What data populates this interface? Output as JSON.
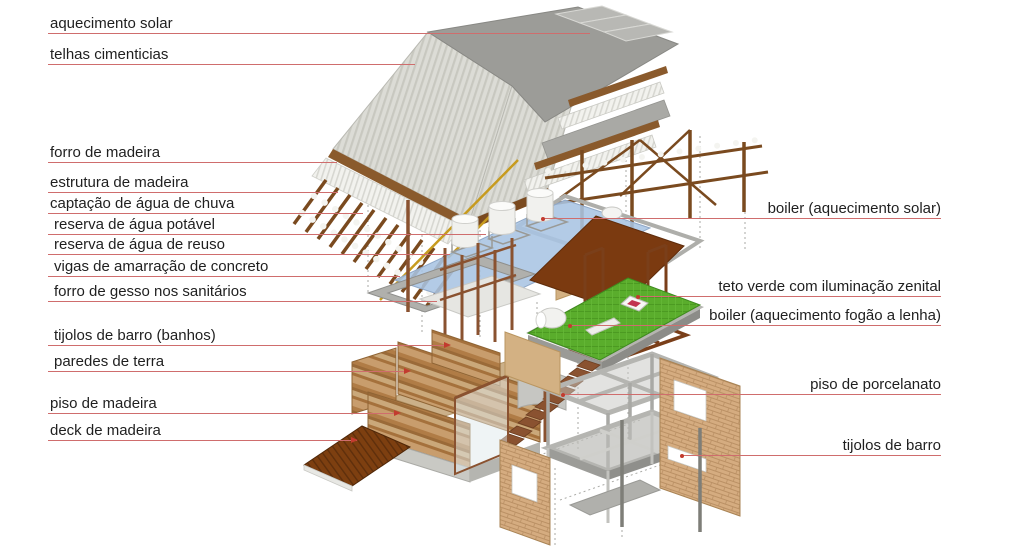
{
  "figure": {
    "type": "exploded-axonometric-diagram",
    "subject": "construction layers of a sustainable house"
  },
  "callouts": {
    "left": [
      {
        "label": "aquecimento solar"
      },
      {
        "label": "telhas  cimenticias"
      },
      {
        "label": "forro de madeira"
      },
      {
        "label": "estrutura de madeira"
      },
      {
        "label": "captação de água de chuva"
      },
      {
        "label": "reserva de água potável"
      },
      {
        "label": "reserva de água de reuso"
      },
      {
        "label": "vigas de amarração de concreto"
      },
      {
        "label": "forro de gesso nos sanitários"
      },
      {
        "label": "tijolos de barro (banhos)"
      },
      {
        "label": "paredes de terra"
      },
      {
        "label": "piso de madeira"
      },
      {
        "label": "deck de madeira"
      }
    ],
    "right": [
      {
        "label": "boiler (aquecimento solar)"
      },
      {
        "label": "teto verde com iluminação zenital"
      },
      {
        "label": "boiler (aquecimento fogão a lenha)"
      },
      {
        "label": "piso de porcelanato"
      },
      {
        "label": "tijolos de barro"
      }
    ]
  },
  "colors": {
    "leader_line": "#cf6d6d",
    "leader_tip": "#c23b2e",
    "text": "#1f1f1f",
    "roof_light": "#dcdcd6",
    "roof_dark": "#9c9c98",
    "solar_panel": "#b8b8b4",
    "wood_dark": "#7a4a1f",
    "wood_mid": "#8a5a2c",
    "wood_light": "#c09a62",
    "brace_yellow": "#c79b1e",
    "water_slab": "#a9c4e3",
    "tank_white": "#f1f1ee",
    "concrete": "#b5b5b1",
    "gypsum": "#e6e6e2",
    "green_roof": "#5aad2c",
    "skylight_red": "#c23350",
    "earth_wall": "#b5834e",
    "brick": "#d5ac80",
    "deck_brown": "#7d3f10",
    "background": "#ffffff"
  }
}
